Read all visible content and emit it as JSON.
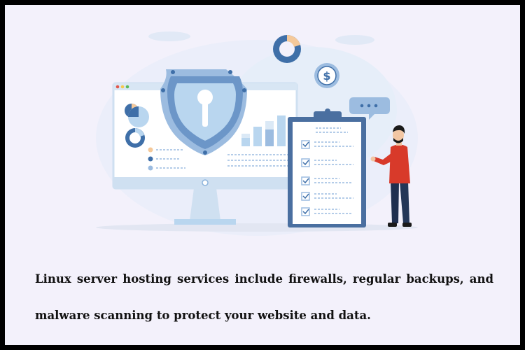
{
  "caption": {
    "text": "Linux server hosting services include firewalls, regular backups, and malware scanning to protect your website and data."
  },
  "illustration": {
    "items": [
      "monitor",
      "shield-with-keyhole",
      "donut-chart",
      "dollar-coin",
      "chat-bubble",
      "clipboard-checklist",
      "person"
    ],
    "colors": {
      "primary_blue": "#3f6fa8",
      "light_blue": "#b9d6ef",
      "pale_blue": "#deebf8",
      "accent_peach": "#f5c99a",
      "shirt_red": "#d83a2a",
      "background": "#f3f1fb"
    }
  }
}
